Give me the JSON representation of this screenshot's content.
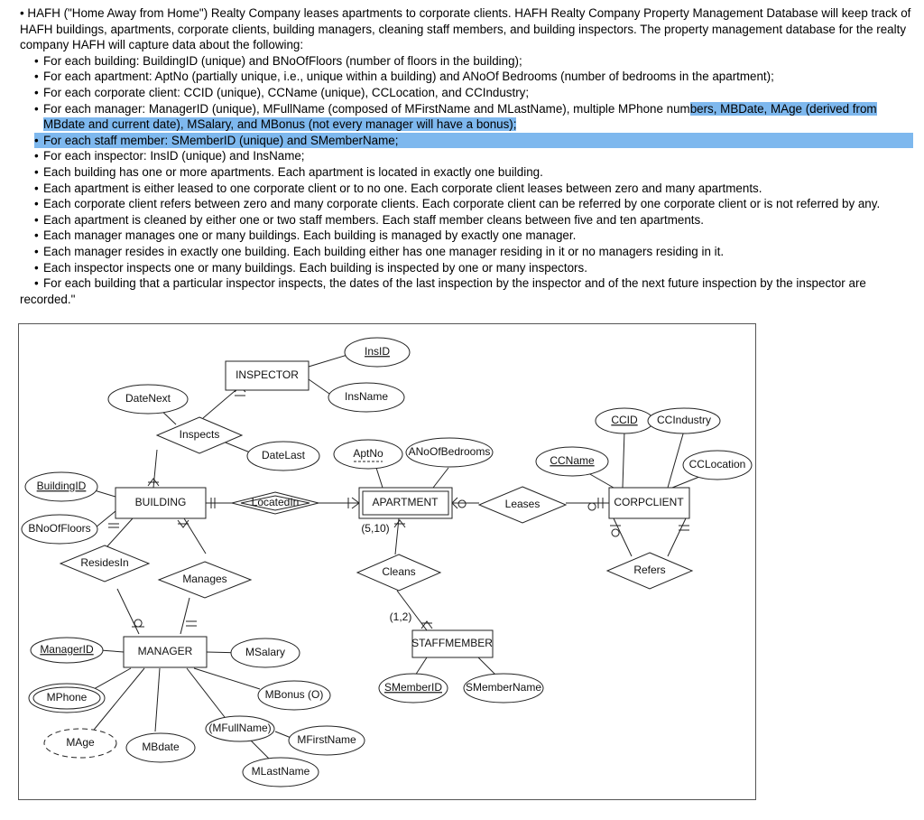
{
  "document": {
    "intro": "• HAFH (\"Home Away from Home\") Realty Company leases apartments to corporate clients. HAFH Realty Company Property Management Database will keep track of HAFH buildings, apartments, corporate clients, building managers, cleaning staff members, and building inspectors. The property management database for the realty company HAFH will capture data about the following:",
    "bullets": [
      {
        "text": "For each building: BuildingID (unique) and BNoOfFloors (number of floors in the building);"
      },
      {
        "text": "For each apartment: AptNo (partially unique, i.e., unique within a building) and ANoOf Bedrooms (number of bedrooms in the apartment);"
      },
      {
        "text": "For each corporate client: CCID (unique), CCName (unique), CCLocation, and CCIndustry;"
      },
      {
        "text": "For each manager: ManagerID (unique), MFullName (composed of MFirstName and MLastName), multiple MPhone num",
        "highlight": "bers, MBDate, MAge (derived from MBdate and current date), MSalary, and MBonus (not every manager will have a bonus);"
      },
      {
        "text": "",
        "highlight": "For each staff member: SMemberID (unique) and SMemberName;",
        "bullet_highlighted": true
      },
      {
        "text": "For each inspector: InsID (unique) and InsName;"
      },
      {
        "text": "Each building has one or more apartments. Each apartment is located in exactly one building."
      },
      {
        "text": "Each apartment is either leased to one corporate client or to no one. Each corporate client leases between zero and many apartments."
      },
      {
        "text": "Each corporate client refers between zero and many corporate clients. Each corporate client can be referred by one corporate client or is not referred by any."
      },
      {
        "text": "Each apartment is cleaned by either one or two staff members. Each staff member cleans between five and ten apartments."
      },
      {
        "text": "Each manager manages one or many buildings. Each building is managed by exactly one manager."
      },
      {
        "text": "Each manager resides in exactly one building. Each building either has one manager residing in it or no managers residing in it."
      },
      {
        "text": "Each inspector inspects one or many buildings. Each building is inspected by one or many inspectors."
      },
      {
        "text": "For each building that a particular inspector inspects, the dates of the last inspection by the inspector and of the next future inspection by the inspector are"
      }
    ],
    "closing": "recorded.\""
  },
  "diagram": {
    "entities": {
      "inspector": "INSPECTOR",
      "building": "BUILDING",
      "apartment": "APARTMENT",
      "corpclient": "CORPCLIENT",
      "manager": "MANAGER",
      "staffmember": "STAFFMEMBER"
    },
    "relationships": {
      "inspects": "Inspects",
      "locatedin": "LocatedIn",
      "leases": "Leases",
      "refers": "Refers",
      "residesin": "ResidesIn",
      "manages": "Manages",
      "cleans": "Cleans"
    },
    "attributes": {
      "insid": "InsID",
      "insname": "InsName",
      "datenext": "DateNext",
      "datelast": "DateLast",
      "aptno": "AptNo",
      "anoofbedrooms": "ANoOfBedrooms",
      "ccid": "CCID",
      "ccindustry": "CCIndustry",
      "ccname": "CCName",
      "cclocation": "CCLocation",
      "buildingid": "BuildingID",
      "bnooffloors": "BNoOfFloors",
      "managerid": "ManagerID",
      "msalary": "MSalary",
      "mphone": "MPhone",
      "mbonus": "MBonus (O)",
      "mage": "MAge",
      "mbdate": "MBdate",
      "mfullname": "(MFullName)",
      "mfirstname": "MFirstName",
      "mlastname": "MLastName",
      "smemberid": "SMemberID",
      "smembername": "SMemberName"
    },
    "cardinality_labels": {
      "apartment_cleans": "(5,10)",
      "staff_cleans": "(1,2)"
    }
  }
}
